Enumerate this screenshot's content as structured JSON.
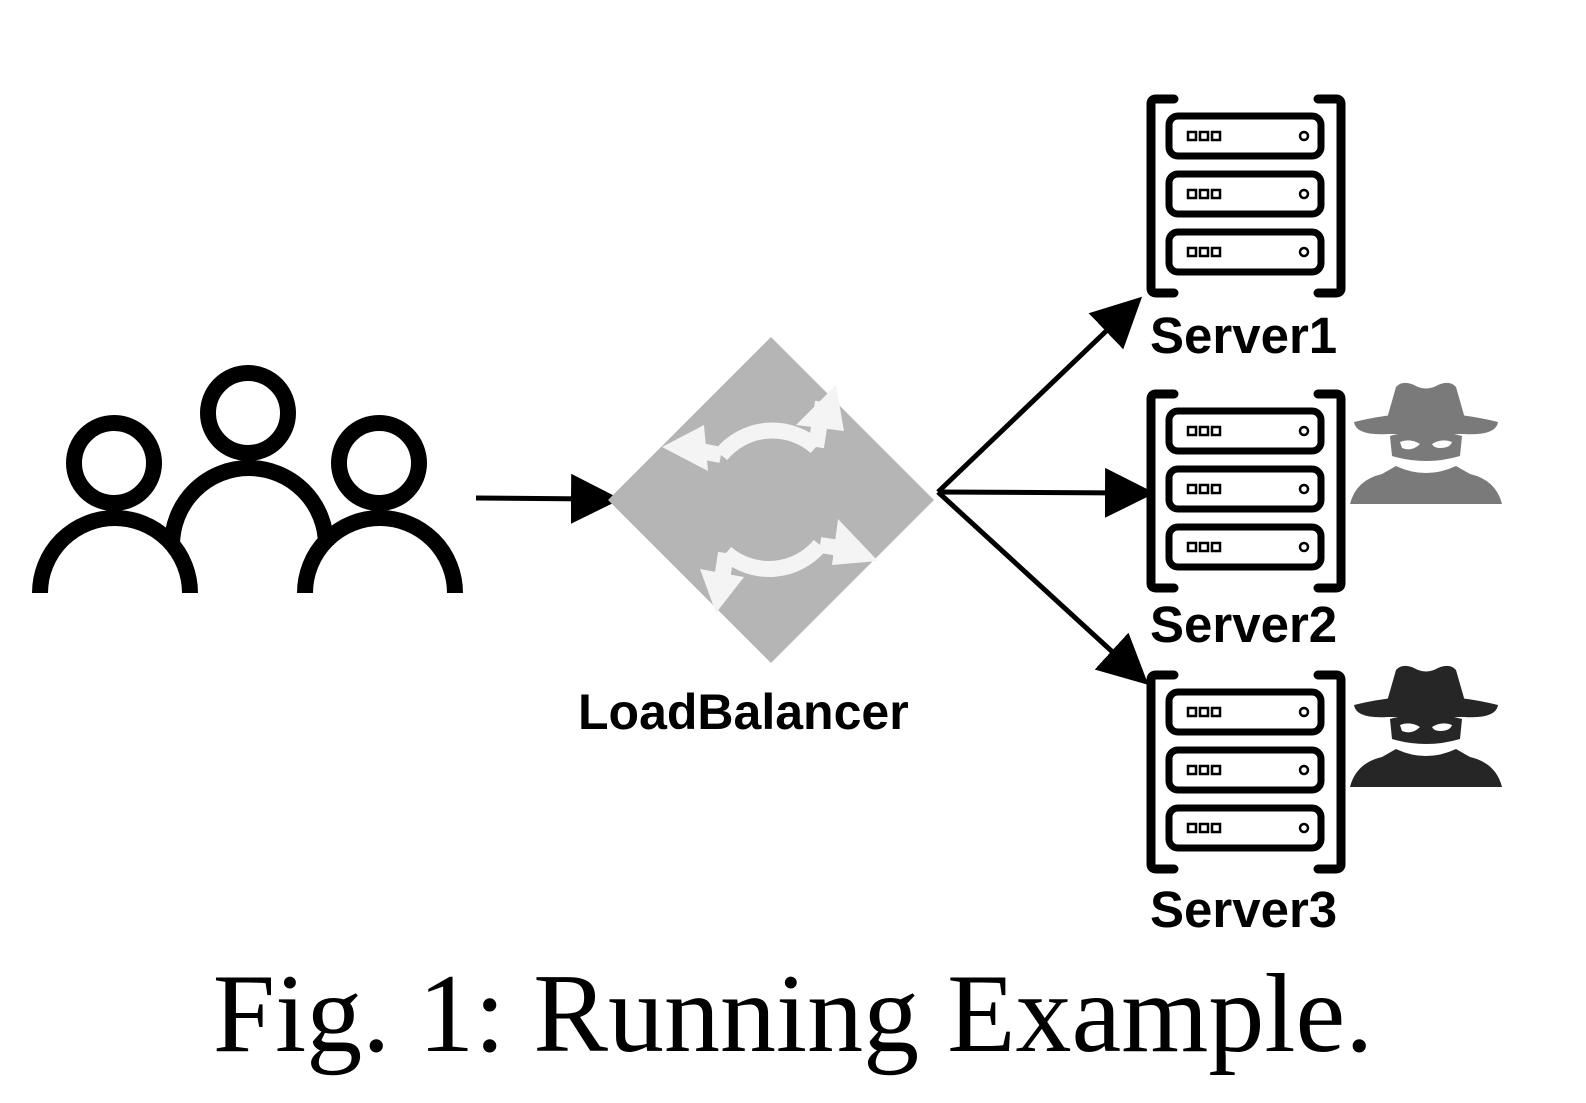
{
  "diagram": {
    "nodes": {
      "users": {
        "icon": "users-group-icon"
      },
      "load_balancer": {
        "label": "LoadBalancer",
        "icon": "load-balancer-icon"
      },
      "servers": [
        {
          "label": "Server1",
          "icon": "server-rack-icon",
          "attacker": null
        },
        {
          "label": "Server2",
          "icon": "server-rack-icon",
          "attacker": "spy-icon"
        },
        {
          "label": "Server3",
          "icon": "server-rack-icon",
          "attacker": "spy-icon"
        }
      ]
    },
    "edges": [
      {
        "from": "users",
        "to": "load_balancer"
      },
      {
        "from": "load_balancer",
        "to": "Server1"
      },
      {
        "from": "load_balancer",
        "to": "Server2"
      },
      {
        "from": "load_balancer",
        "to": "Server3"
      }
    ],
    "colors": {
      "stroke": "#000000",
      "load_balancer_fill": "#b5b5b5",
      "load_balancer_arrows": "#f4f4f4",
      "attacker_server2": "#7a7a7a",
      "attacker_server3": "#262626"
    }
  },
  "caption": "Fig. 1: Running Example."
}
